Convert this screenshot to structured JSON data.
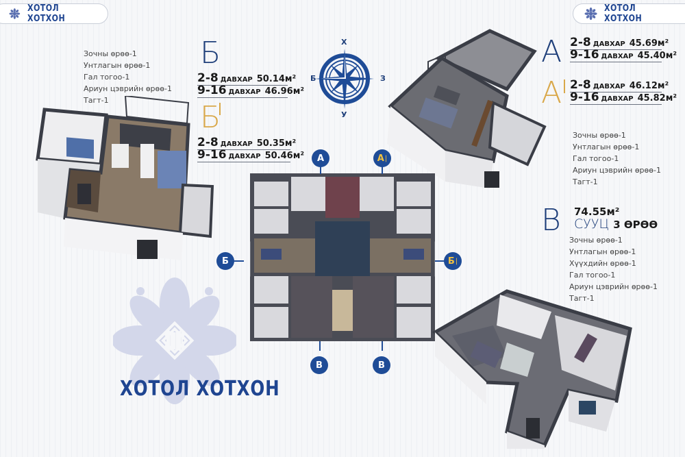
{
  "brand": {
    "name": "ХОТОЛ ХОТХОН",
    "colors": {
      "primary": "#1f4591",
      "gold": "#d9a84a",
      "marker": "#1f4c97"
    }
  },
  "header": {
    "left_pill": {
      "icon": "flower-logo-icon",
      "label": "ХОТОЛ ХОТХОН"
    },
    "right_pill": {
      "icon": "flower-logo-icon",
      "label": "ХОТОЛ ХОТХОН"
    }
  },
  "compass": {
    "north": "Х",
    "south": "У",
    "west": "Б",
    "east": "З"
  },
  "units": {
    "B": {
      "letter": "Б",
      "areas": [
        {
          "floors": "2-8",
          "unit": "ДАВХАР",
          "area": "50.14м²"
        },
        {
          "floors": "9-16",
          "unit": "ДАВХАР",
          "area": "46.96м²"
        }
      ],
      "rooms": [
        "Зочны өрөө-1",
        "Унтлагын өрөө-1",
        "Гал тогоо-1",
        "Ариун цэврийн өрөө-1",
        "Тагт-1"
      ]
    },
    "B_prime": {
      "letter": "Б",
      "areas": [
        {
          "floors": "2-8",
          "unit": "ДАВХАР",
          "area": "50.35м²"
        },
        {
          "floors": "9-16",
          "unit": "ДАВХАР",
          "area": "50.46м²"
        }
      ]
    },
    "A": {
      "letter": "А",
      "areas": [
        {
          "floors": "2-8",
          "unit": "ДАВХАР",
          "area": "45.69м²"
        },
        {
          "floors": "9-16",
          "unit": "ДАВХАР",
          "area": "45.40м²"
        }
      ],
      "rooms": [
        "Зочны өрөө-1",
        "Унтлагын өрөө-1",
        "Гал тогоо-1",
        "Ариун цэврийн өрөө-1",
        "Тагт-1"
      ]
    },
    "A_prime": {
      "letter": "А",
      "areas": [
        {
          "floors": "2-8",
          "unit": "ДАВХАР",
          "area": "46.12м²"
        },
        {
          "floors": "9-16",
          "unit": "ДАВХАР",
          "area": "45.82м²"
        }
      ]
    },
    "V": {
      "letter": "В",
      "area": "74.55м²",
      "type_label": "СУУЦ",
      "rooms_label": "3 ӨРӨӨ",
      "rooms": [
        "Зочны өрөө-1",
        "Унтлагын өрөө-1",
        "Хүүхдийн өрөө-1",
        "Гал тогоо-1",
        "Ариун цэврийн өрөө-1",
        "Тагт-1"
      ]
    }
  },
  "plan_markers": {
    "top_left": "А",
    "top_right": "А",
    "left": "Б",
    "right": "Б",
    "bottom_left": "В",
    "bottom_right": "В"
  },
  "footer": {
    "brand_large": "ХОТОЛ ХОТХОН"
  }
}
